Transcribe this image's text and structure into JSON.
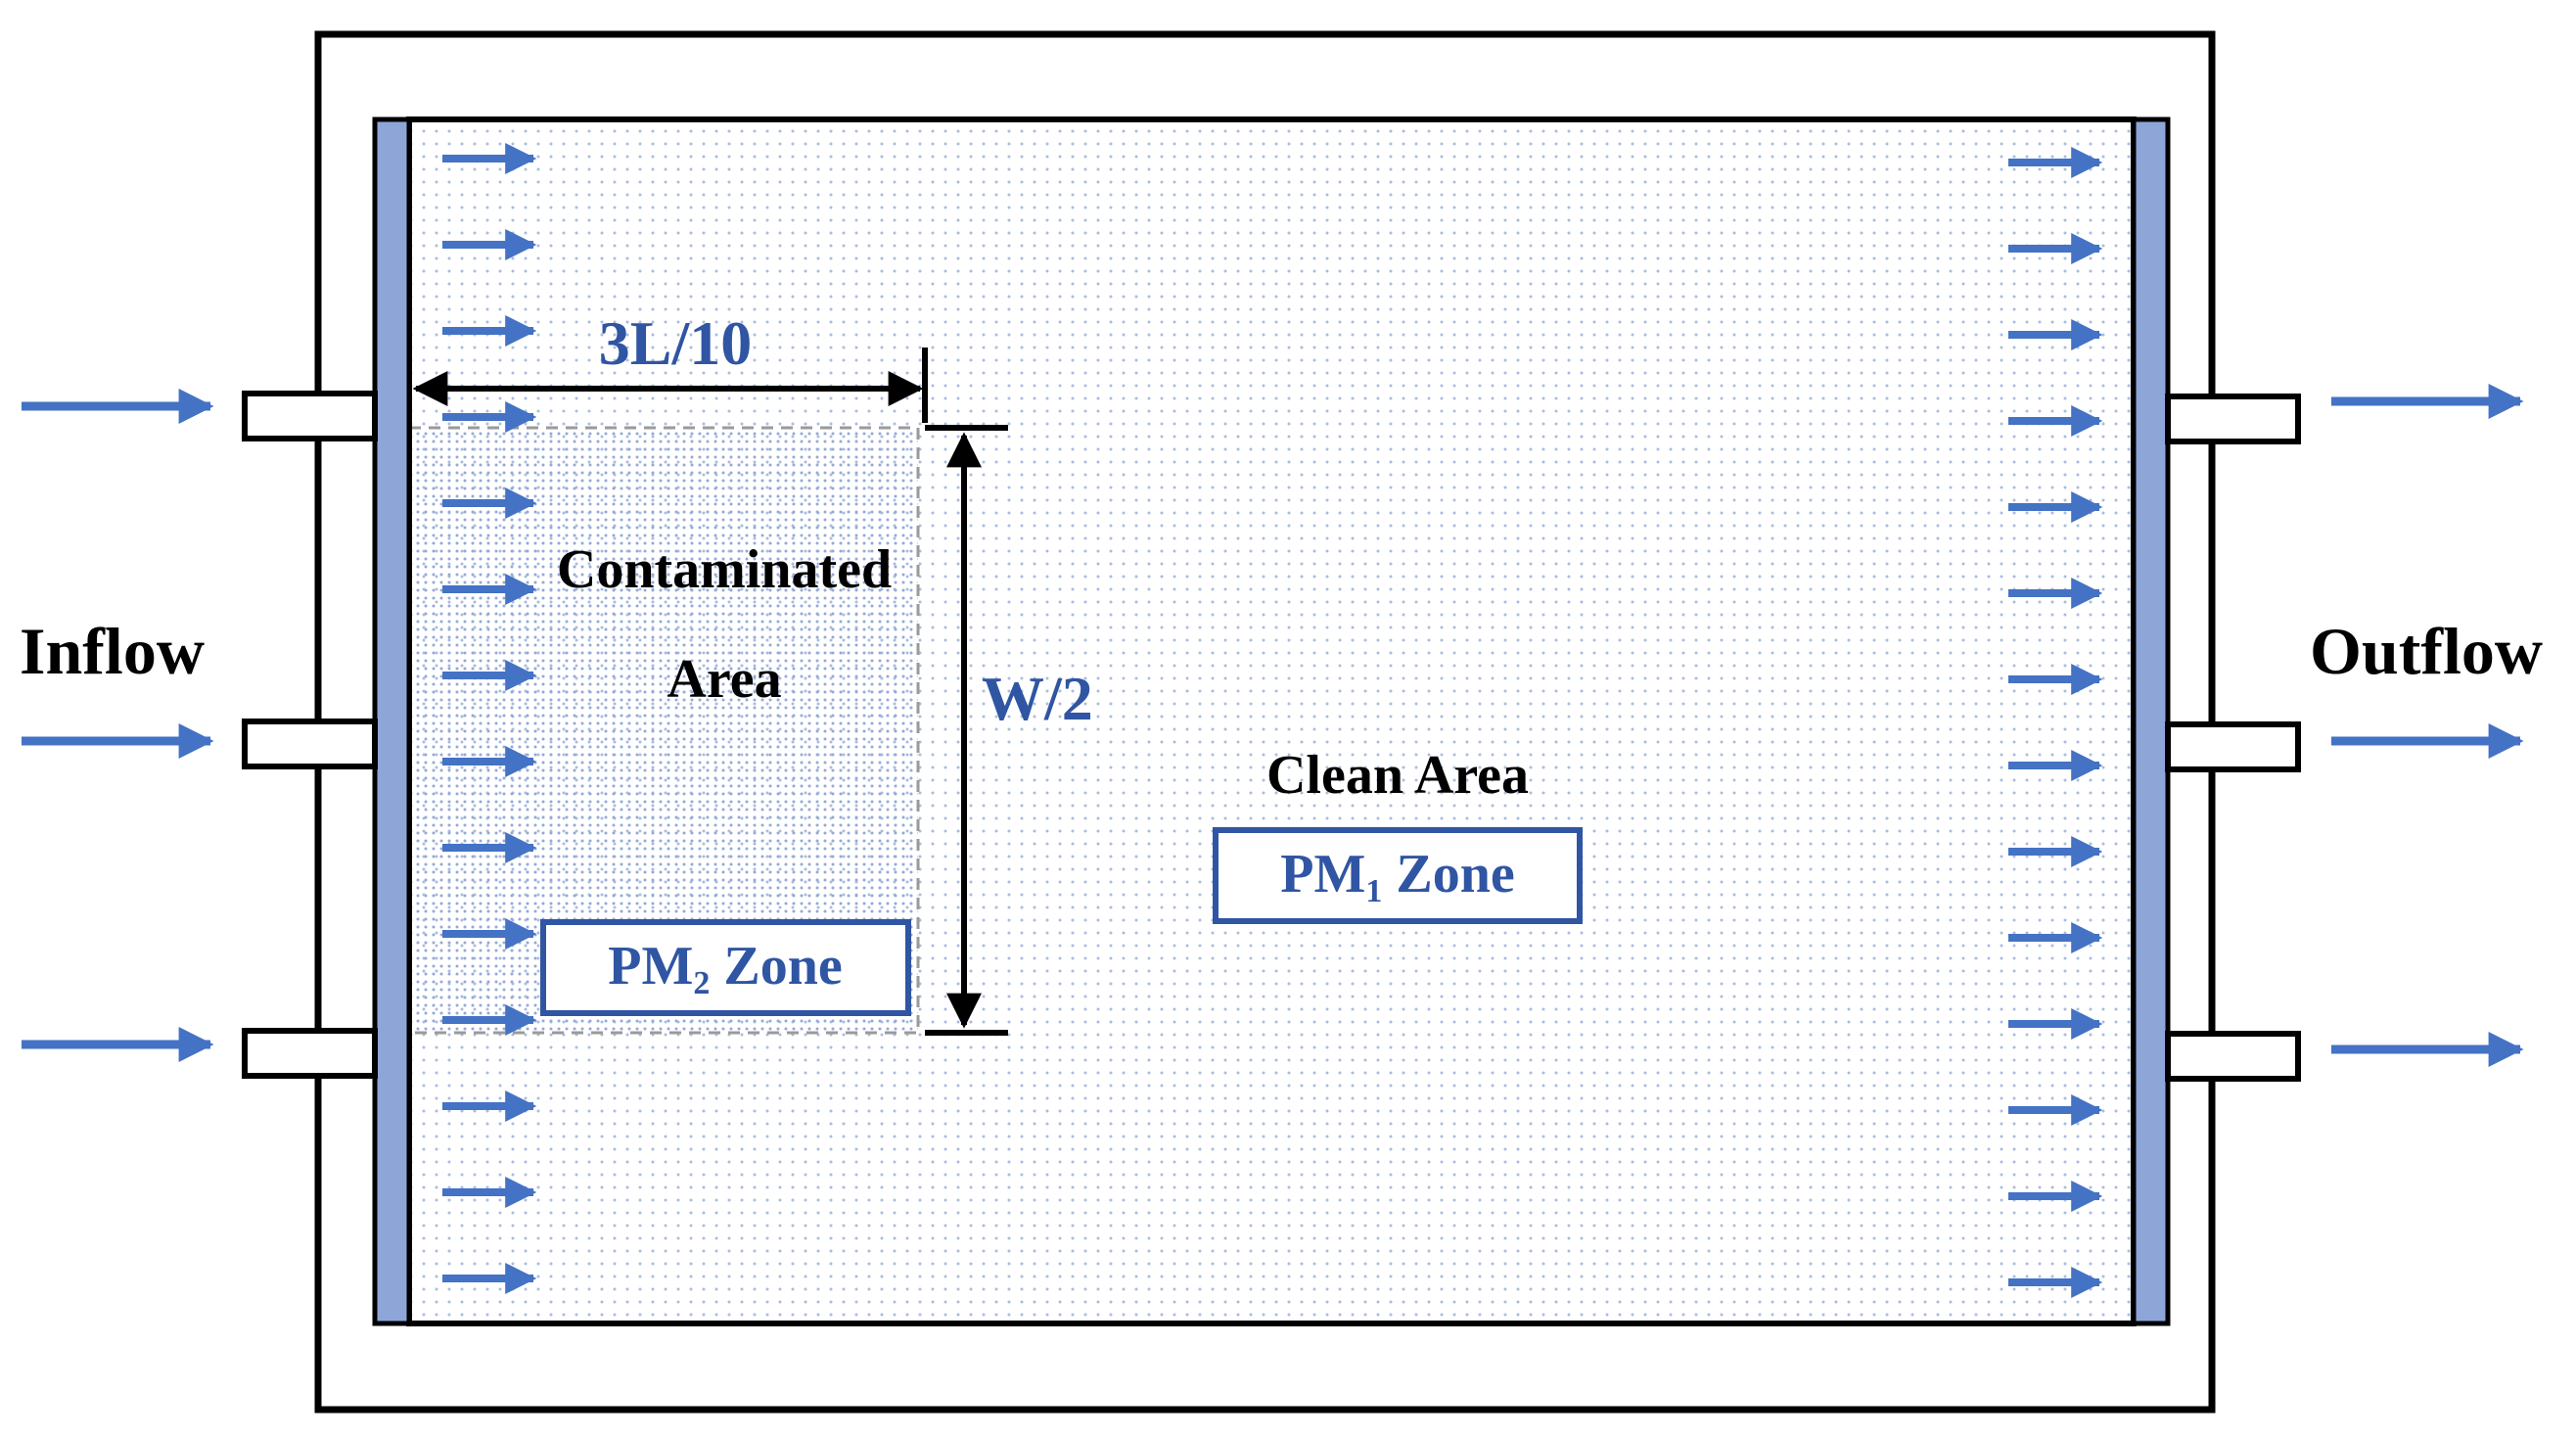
{
  "labels": {
    "inflow": "Inflow",
    "outflow": "Outflow",
    "contaminated_line1": "Contaminated",
    "contaminated_line2": "Area",
    "clean_area": "Clean Area",
    "dim_length": "3L/10",
    "dim_width": "W/2"
  },
  "zones": {
    "pm2": {
      "prefix": "PM",
      "subscript": "2",
      "suffix": "Zone"
    },
    "pm1": {
      "prefix": "PM",
      "subscript": "1",
      "suffix": "Zone"
    }
  },
  "colors": {
    "flow_arrow": "#4472c4",
    "screen": "#8ea5d8",
    "dimension_text": "#2f55a3",
    "zone_text": "#2f55a3",
    "zone_border": "#2f55a3",
    "dots": "#a9bce0",
    "outline": "#000000"
  }
}
